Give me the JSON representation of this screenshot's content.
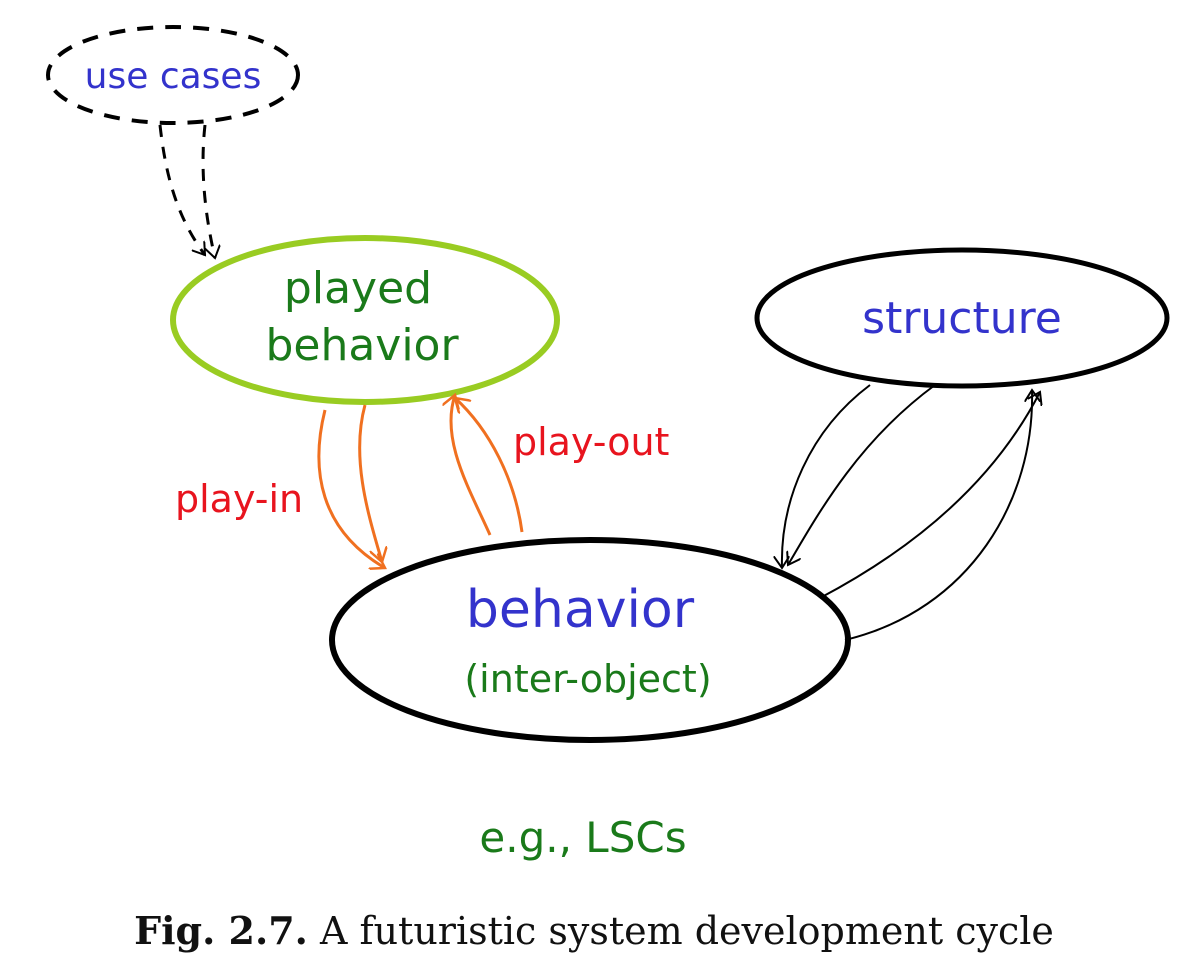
{
  "nodes": {
    "use_cases": {
      "label": "use cases"
    },
    "played_behavior": {
      "line1": "played",
      "line2": "behavior"
    },
    "structure": {
      "label": "structure"
    },
    "behavior": {
      "line1": "behavior",
      "line2": "(inter-object)"
    }
  },
  "edges": {
    "play_in": {
      "label": "play-in"
    },
    "play_out": {
      "label": "play-out"
    }
  },
  "note": "e.g., LSCs",
  "caption": {
    "label": "Fig. 2.7.",
    "text": "A futuristic system development cycle"
  },
  "colors": {
    "blue_text": "#3333cc",
    "green_text": "#1a7a1a",
    "red_text": "#e8141e",
    "orange_arrow": "#f07020",
    "lime_outline": "#99cc22",
    "black": "#000000"
  }
}
